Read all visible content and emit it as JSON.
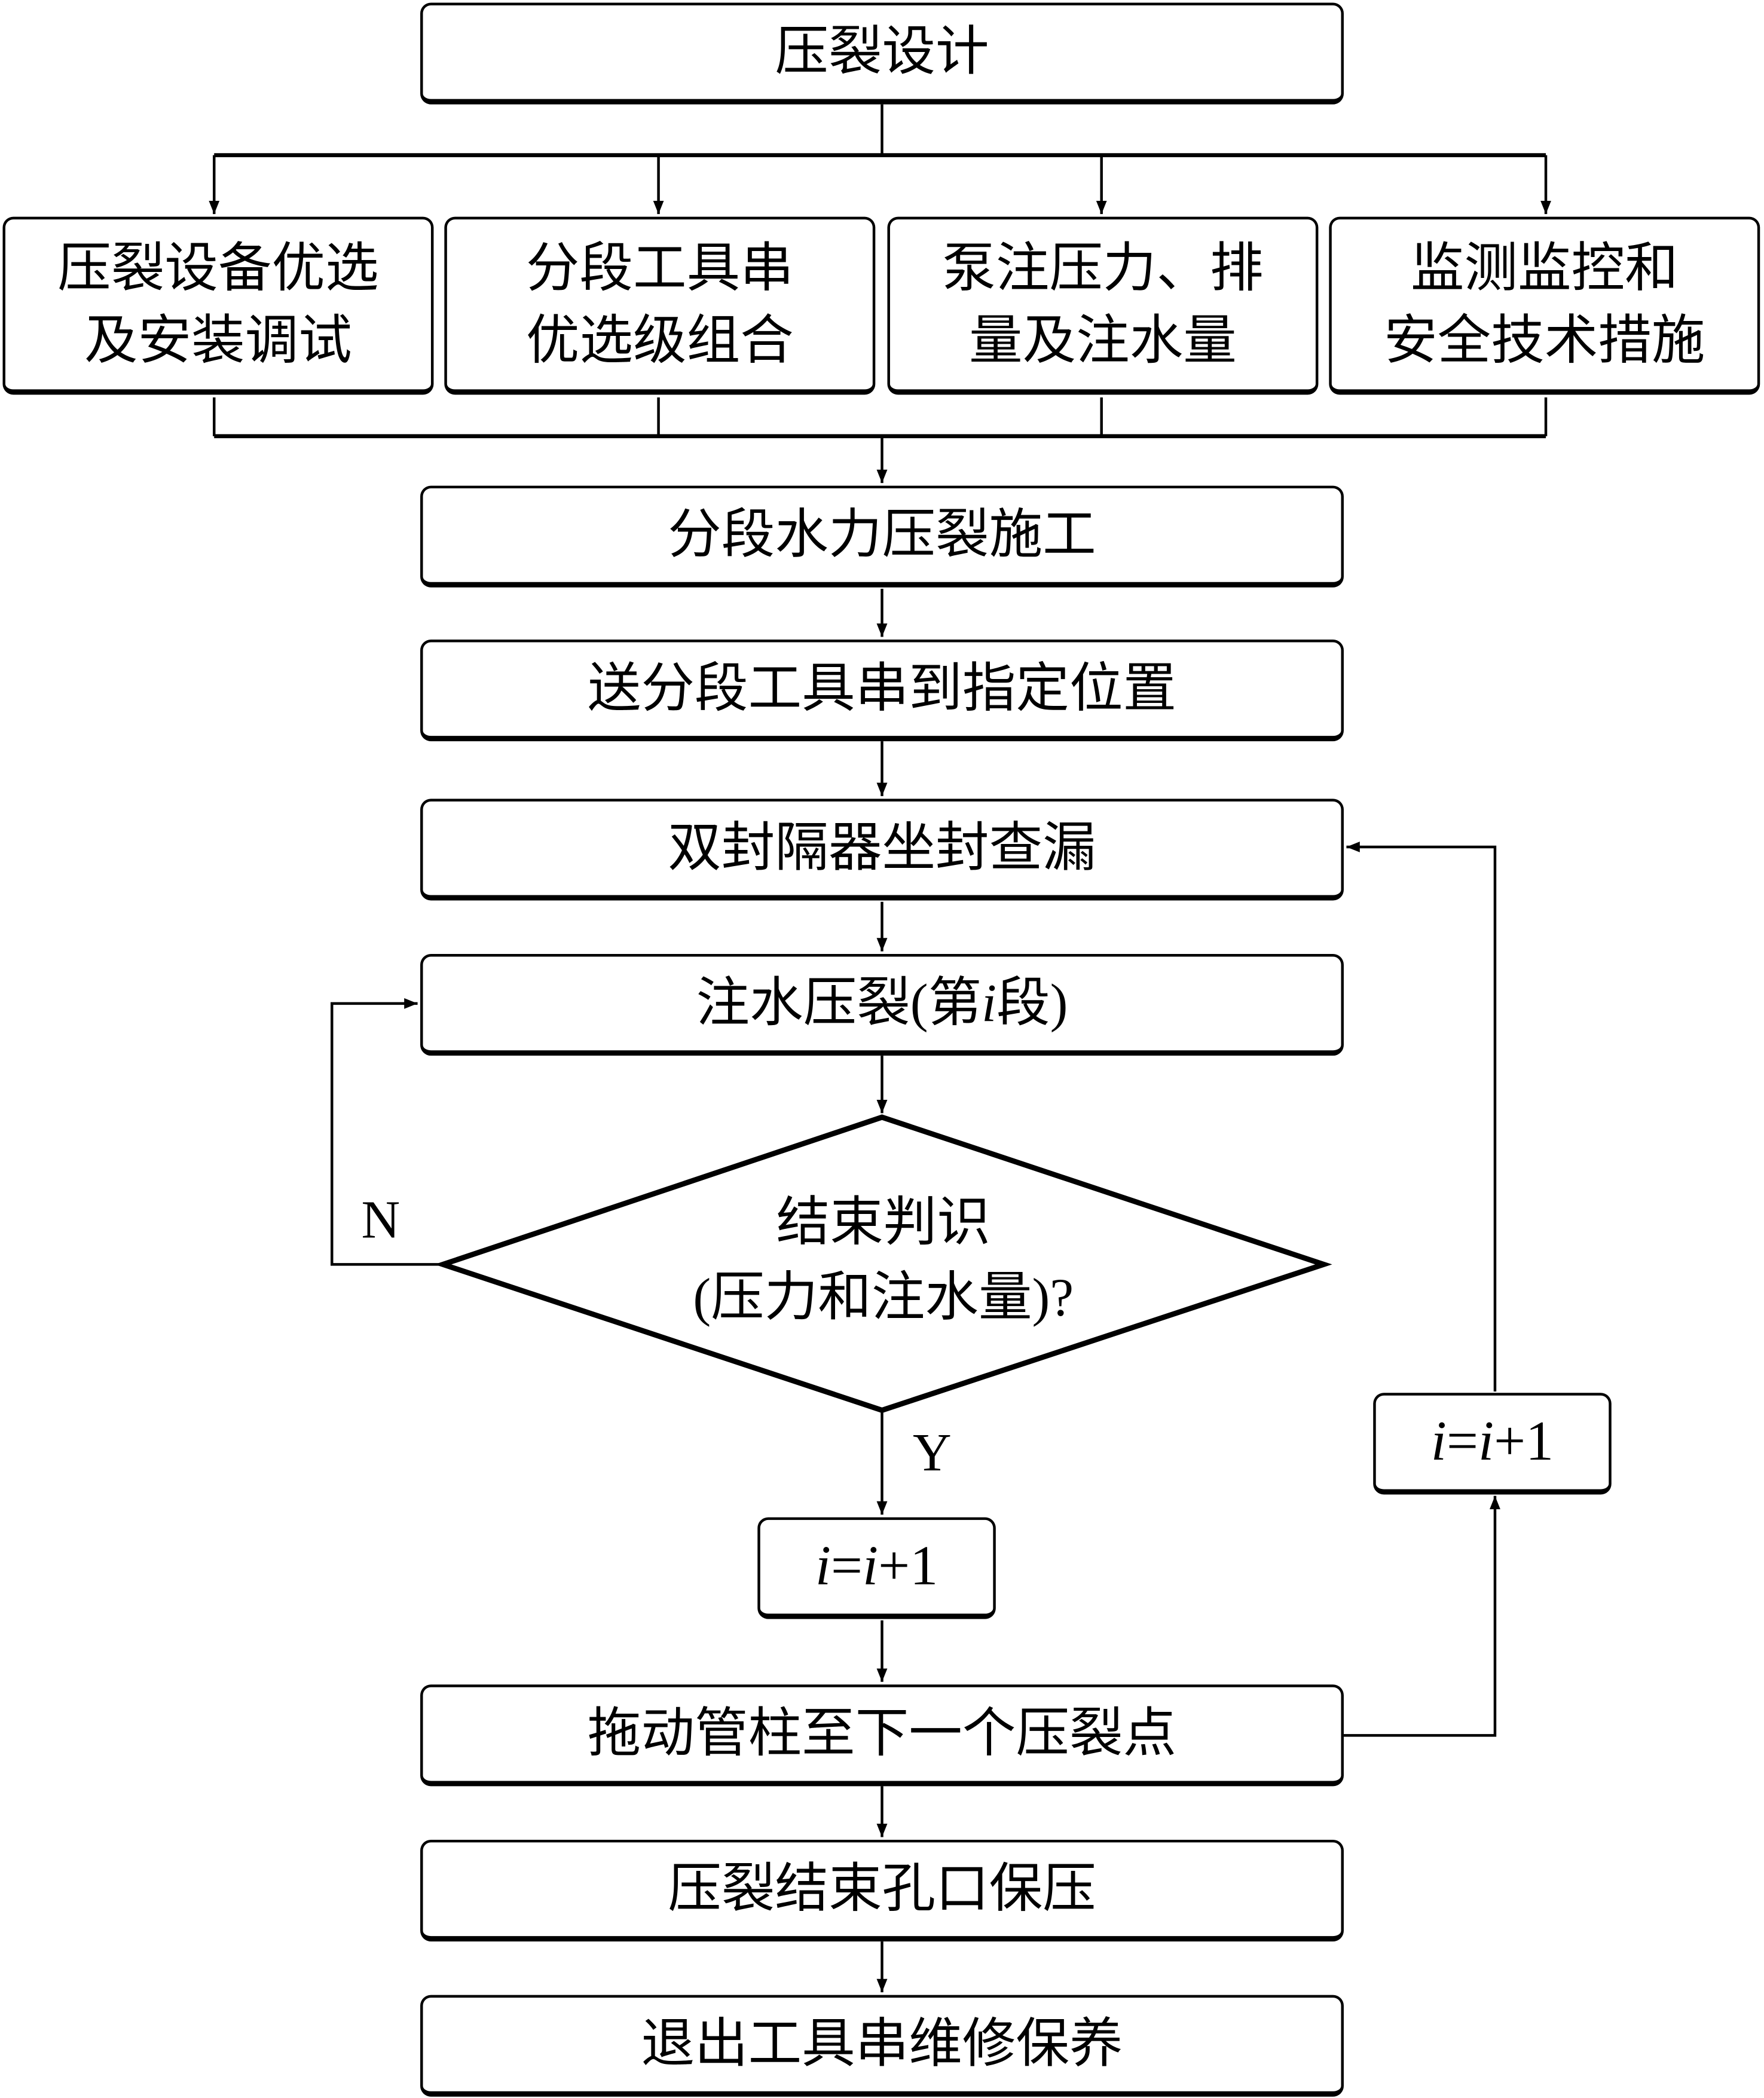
{
  "flowchart": {
    "top": "压裂设计",
    "branches": [
      {
        "line1": "压裂设备优选",
        "line2": "及安装调试"
      },
      {
        "line1": "分段工具串",
        "line2": "优选级组合"
      },
      {
        "line1": "泵注压力、排",
        "line2": "量及注水量"
      },
      {
        "line1": "监测监控和",
        "line2": "安全技术措施"
      }
    ],
    "steps": {
      "construction": "分段水力压裂施工",
      "deliver": "送分段工具串到指定位置",
      "seal": "双封隔器坐封查漏",
      "inject_pre": "注水压裂(第",
      "inject_var": "i",
      "inject_post": "段)",
      "decision_line1": "结束判识",
      "decision_line2": "(压力和注水量)?",
      "drag": "拖动管柱至下一个压裂点",
      "hold": "压裂结束孔口保压",
      "exit": "退出工具串维修保养"
    },
    "increment": {
      "var": "i",
      "eq": "=",
      "var2": "i",
      "plus": "+1"
    },
    "labels": {
      "no": "N",
      "yes": "Y"
    }
  }
}
